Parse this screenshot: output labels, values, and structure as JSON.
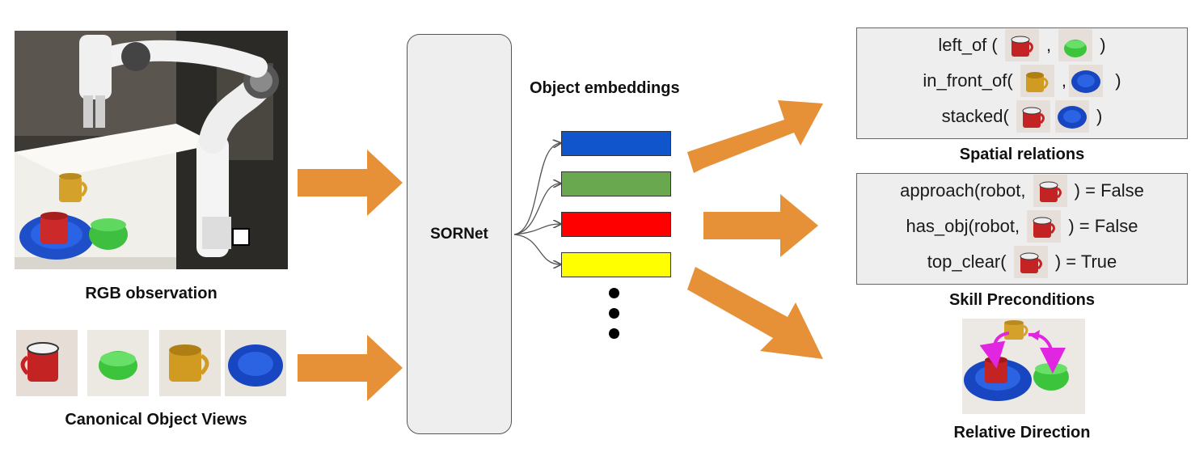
{
  "captions": {
    "rgb": "RGB observation",
    "canonical": "Canonical Object Views",
    "embeddings": "Object embeddings",
    "spatial": "Spatial relations",
    "skill": "Skill Preconditions",
    "relative": "Relative Direction"
  },
  "model": {
    "name": "SORNet"
  },
  "embeddings": [
    {
      "color": "#1155cc"
    },
    {
      "color": "#6aa84f"
    },
    {
      "color": "#ff0000"
    },
    {
      "color": "#ffff00"
    }
  ],
  "spatial_relations": [
    {
      "pre": "left_of ( ",
      "mid": " , ",
      "post": " )",
      "a": "red-mug",
      "b": "green-bowl"
    },
    {
      "pre": "in_front_of( ",
      "mid": " ,",
      "post": "  )",
      "a": "yellow-mug",
      "b": "blue-plate"
    },
    {
      "pre": "stacked( ",
      "mid": "",
      "post": " )",
      "a": "red-mug",
      "b": "blue-plate"
    }
  ],
  "skill_preconditions": [
    {
      "pre": "approach(robot, ",
      "post": " ) = False",
      "a": "red-mug"
    },
    {
      "pre": "has_obj(robot, ",
      "post": " ) = False",
      "a": "red-mug"
    },
    {
      "pre": "top_clear( ",
      "post": " ) = True",
      "a": "red-mug"
    }
  ],
  "colors": {
    "arrow": "#e69138",
    "relation_arrow": "#e026e0"
  }
}
